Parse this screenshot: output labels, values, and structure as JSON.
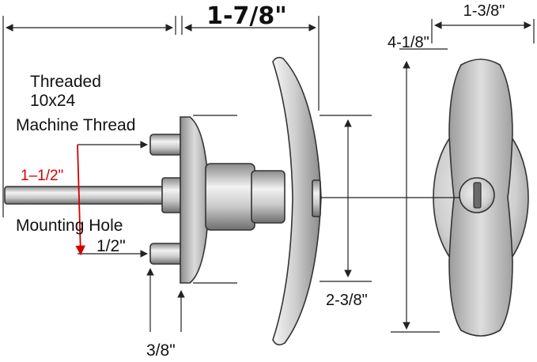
{
  "labels": {
    "overall_length": "1-7/8\"",
    "handle_width": "1-3/8\"",
    "handle_height": "4-1/8\"",
    "base_height": "2-3/8\"",
    "stud_offset": "3/8\"",
    "threaded_line1": "Threaded",
    "threaded_line2": "10x24",
    "threaded_line3": "Machine Thread",
    "mounting_hole": "Mounting Hole",
    "mounting_hole_size": "1/2\"",
    "shaft_length": "1–1/2\""
  },
  "colors": {
    "background": "#ffffff",
    "metal_light": "#e6e6e6",
    "metal_mid": "#b5b5b5",
    "metal_dark": "#7d7d7d",
    "outline": "#333333",
    "dimension_line": "#222222",
    "accent_red": "#d40000"
  }
}
